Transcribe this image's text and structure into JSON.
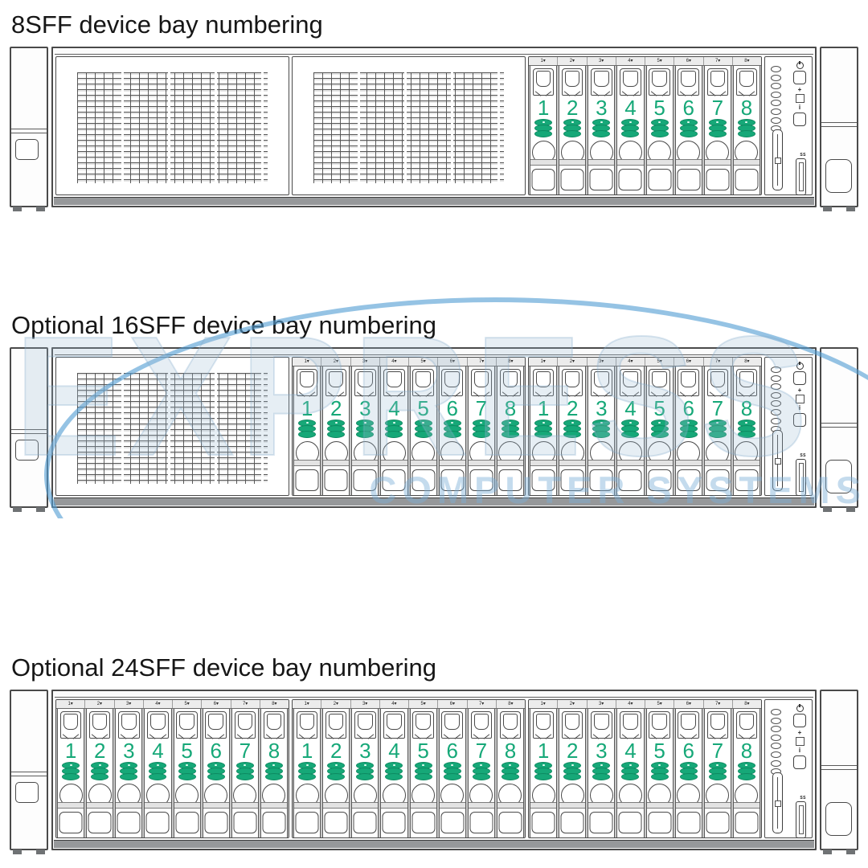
{
  "colors": {
    "bay_green": "#16A878",
    "line": "#4a4a4a",
    "watermark_blue": "#549ED4",
    "watermark_text": "#9EBCD4"
  },
  "figures": [
    {
      "id": "8sff",
      "title": "8SFF device bay numbering",
      "modules": [
        "blank",
        "blank",
        "cage"
      ]
    },
    {
      "id": "16sff",
      "title": "Optional 16SFF device bay numbering",
      "modules": [
        "blank",
        "cage",
        "cage"
      ]
    },
    {
      "id": "24sff",
      "title": "Optional 24SFF device bay numbering",
      "modules": [
        "cage",
        "cage",
        "cage"
      ]
    }
  ],
  "bay_numbers": [
    "1",
    "2",
    "3",
    "4",
    "5",
    "6",
    "7",
    "8"
  ],
  "bay_top_suffix": "▾",
  "control_panel": {
    "led_count": 8,
    "health_glyph": "+",
    "nic_glyph": "",
    "uid_glyph": "i",
    "usb_label": "SS"
  },
  "watermark": {
    "word": "EXPRESS",
    "subtitle": "COMPUTER SYSTEMS"
  }
}
